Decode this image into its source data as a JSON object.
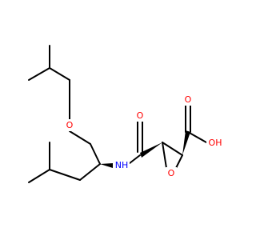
{
  "colors": {
    "background": "#ffffff",
    "bond": "#000000",
    "oxygen": "#ff0000",
    "nitrogen": "#0000ff"
  },
  "atom_labels": [
    {
      "id": "ether-o",
      "text": "O",
      "element": "oxygen"
    },
    {
      "id": "amide-nh",
      "text": "NH",
      "element": "nitrogen"
    },
    {
      "id": "amide-o",
      "text": "O",
      "element": "oxygen"
    },
    {
      "id": "epoxide-o",
      "text": "O",
      "element": "oxygen"
    },
    {
      "id": "carboxyl-o",
      "text": "O",
      "element": "oxygen"
    },
    {
      "id": "hydroxyl-oh",
      "text": "OH",
      "element": "oxygen"
    }
  ]
}
